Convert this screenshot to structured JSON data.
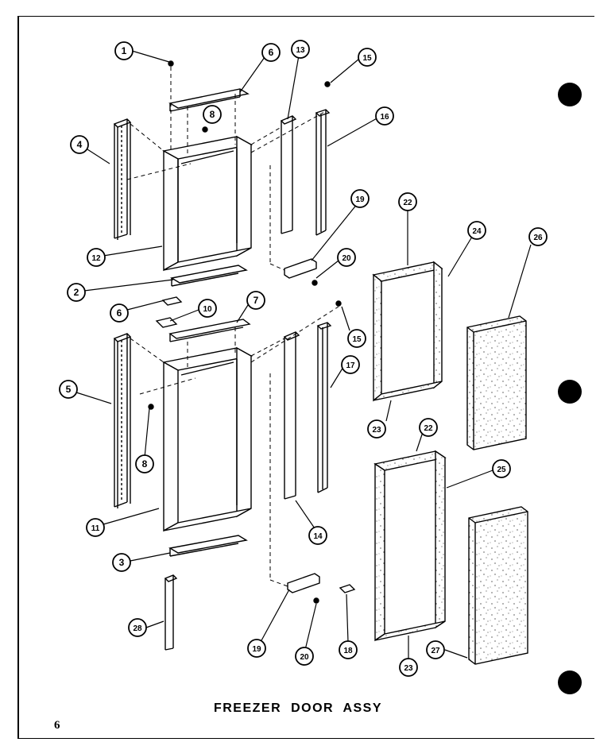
{
  "title": "FREEZER DOOR ASSY",
  "page_number": "6",
  "callouts": [
    {
      "id": "c1",
      "label": "1"
    },
    {
      "id": "c6a",
      "label": "6"
    },
    {
      "id": "c13",
      "label": "13"
    },
    {
      "id": "c15a",
      "label": "15"
    },
    {
      "id": "c8a",
      "label": "8"
    },
    {
      "id": "c16",
      "label": "16"
    },
    {
      "id": "c4",
      "label": "4"
    },
    {
      "id": "c19a",
      "label": "19"
    },
    {
      "id": "c22a",
      "label": "22"
    },
    {
      "id": "c24",
      "label": "24"
    },
    {
      "id": "c26",
      "label": "26"
    },
    {
      "id": "c12",
      "label": "12"
    },
    {
      "id": "c20a",
      "label": "20"
    },
    {
      "id": "c2",
      "label": "2"
    },
    {
      "id": "c6b",
      "label": "6"
    },
    {
      "id": "c10",
      "label": "10"
    },
    {
      "id": "c7",
      "label": "7"
    },
    {
      "id": "c15b",
      "label": "15"
    },
    {
      "id": "c5",
      "label": "5"
    },
    {
      "id": "c17",
      "label": "17"
    },
    {
      "id": "c23a",
      "label": "23"
    },
    {
      "id": "c8b",
      "label": "8"
    },
    {
      "id": "c22b",
      "label": "22"
    },
    {
      "id": "c25",
      "label": "25"
    },
    {
      "id": "c11",
      "label": "11"
    },
    {
      "id": "c14",
      "label": "14"
    },
    {
      "id": "c3",
      "label": "3"
    },
    {
      "id": "c28",
      "label": "28"
    },
    {
      "id": "c19b",
      "label": "19"
    },
    {
      "id": "c20b",
      "label": "20"
    },
    {
      "id": "c18",
      "label": "18"
    },
    {
      "id": "c27",
      "label": "27"
    },
    {
      "id": "c23b",
      "label": "23"
    }
  ],
  "colors": {
    "ink": "#000000",
    "paper": "#ffffff"
  }
}
